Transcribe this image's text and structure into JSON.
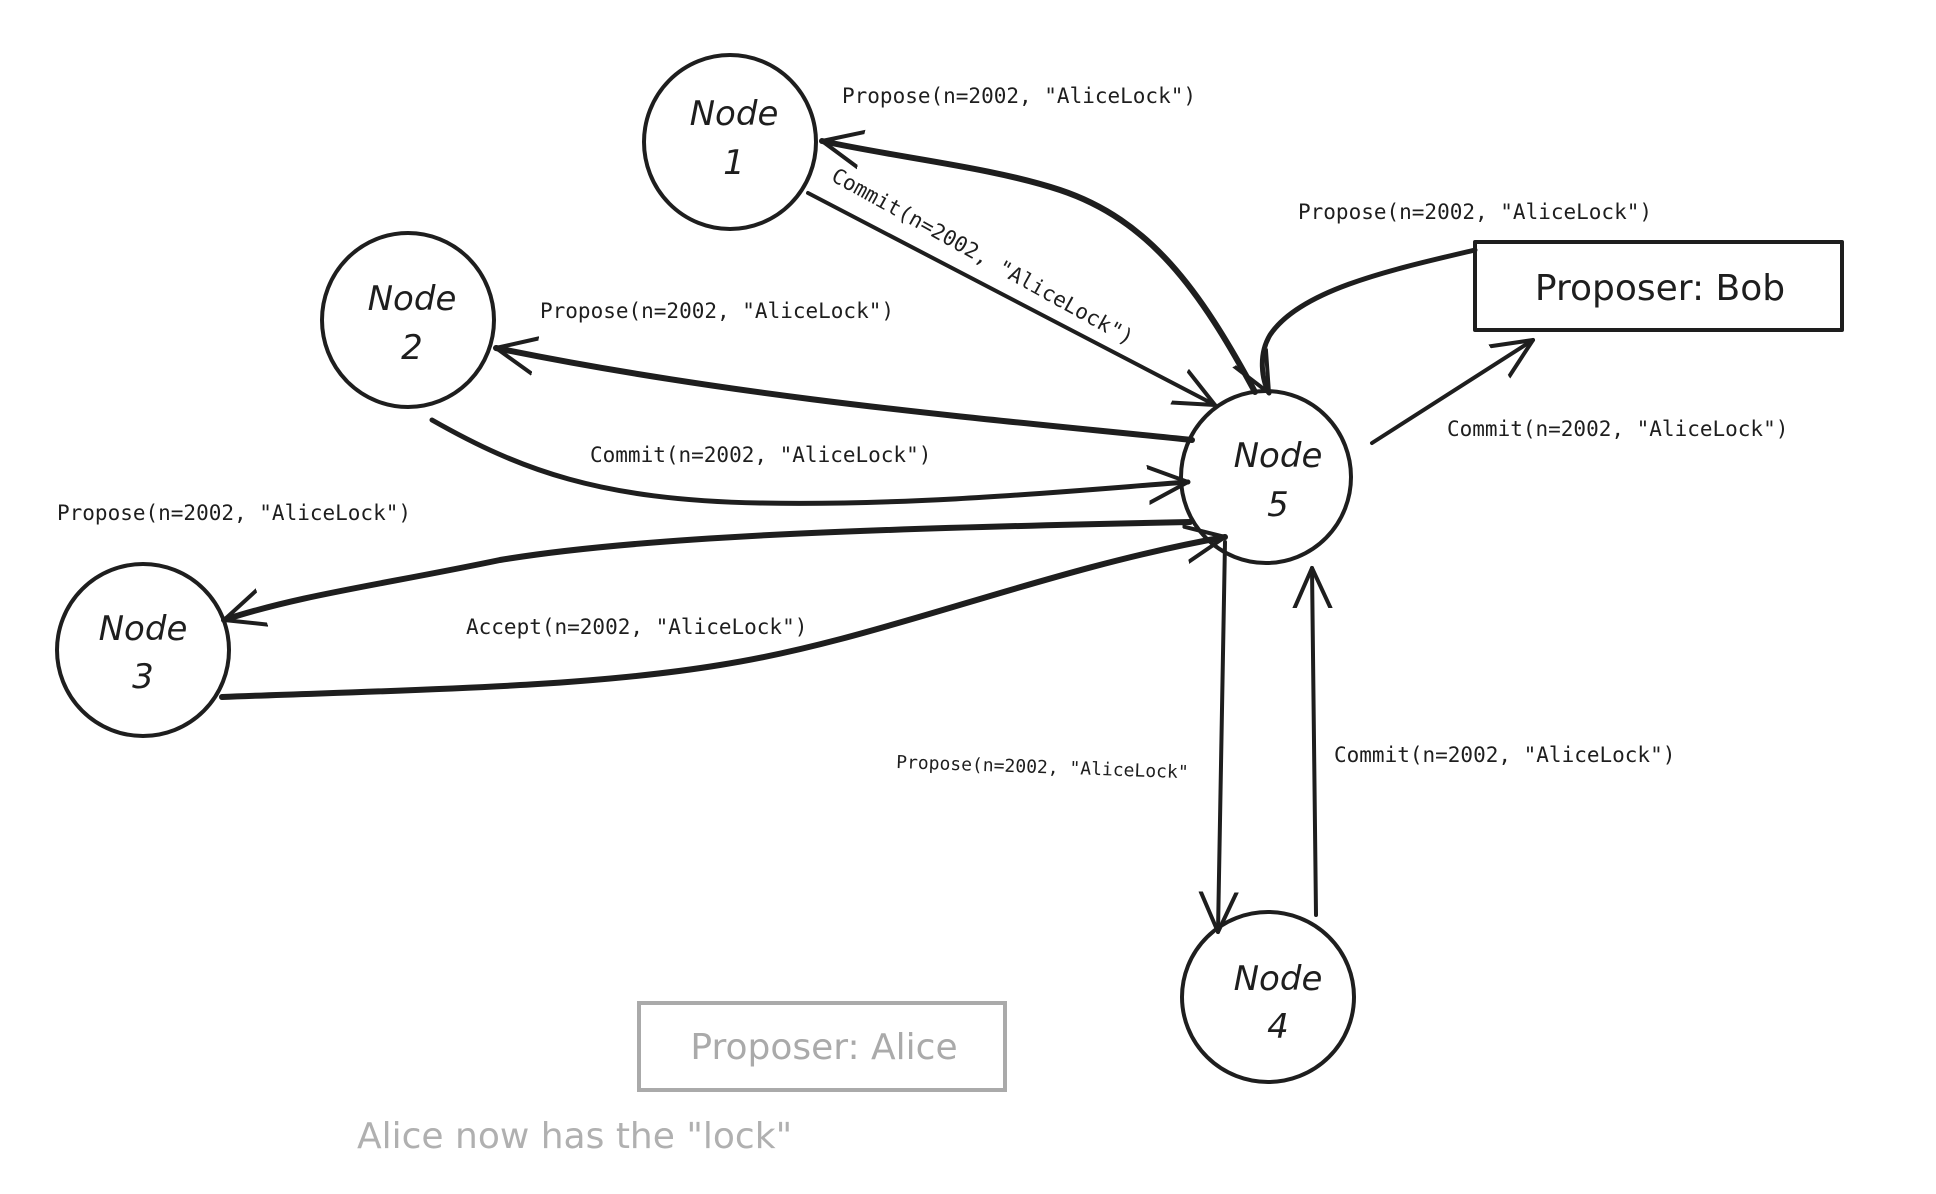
{
  "diagram": {
    "colors": {
      "ink": "#1e1e1e",
      "muted": "#aaaaaa",
      "background": "#ffffff"
    },
    "nodes": [
      {
        "id": "node-1",
        "line1": "Node",
        "line2": "1"
      },
      {
        "id": "node-2",
        "line1": "Node",
        "line2": "2"
      },
      {
        "id": "node-3",
        "line1": "Node",
        "line2": "3"
      },
      {
        "id": "node-4",
        "line1": "Node",
        "line2": "4"
      },
      {
        "id": "node-5",
        "line1": "Node",
        "line2": "5"
      }
    ],
    "boxes": {
      "bob": {
        "label": "Proposer: Bob",
        "style": "active"
      },
      "alice": {
        "label": "Proposer: Alice",
        "style": "muted"
      }
    },
    "edges": [
      {
        "from": "node-5",
        "to": "node-1",
        "label": "Propose(n=2002, \"AliceLock\")"
      },
      {
        "from": "node-1",
        "to": "node-5",
        "label": "Commit(n=2002, \"AliceLock\")"
      },
      {
        "from": "node-5",
        "to": "node-2",
        "label": "Propose(n=2002, \"AliceLock\")"
      },
      {
        "from": "node-2",
        "to": "node-5",
        "label": "Commit(n=2002, \"AliceLock\")"
      },
      {
        "from": "node-5",
        "to": "node-3",
        "label": "Propose(n=2002, \"AliceLock\")"
      },
      {
        "from": "node-3",
        "to": "node-5",
        "label": "Accept(n=2002, \"AliceLock\")"
      },
      {
        "from": "node-5",
        "to": "node-4",
        "label": "Propose(n=2002, \"AliceLock\""
      },
      {
        "from": "node-4",
        "to": "node-5",
        "label": "Commit(n=2002, \"AliceLock\")"
      },
      {
        "from": "bob",
        "to": "node-5",
        "label": "Propose(n=2002, \"AliceLock\")"
      },
      {
        "from": "node-5",
        "to": "bob",
        "label": "Commit(n=2002, \"AliceLock\")"
      }
    ],
    "annotation": "Alice now has the \"lock\""
  }
}
